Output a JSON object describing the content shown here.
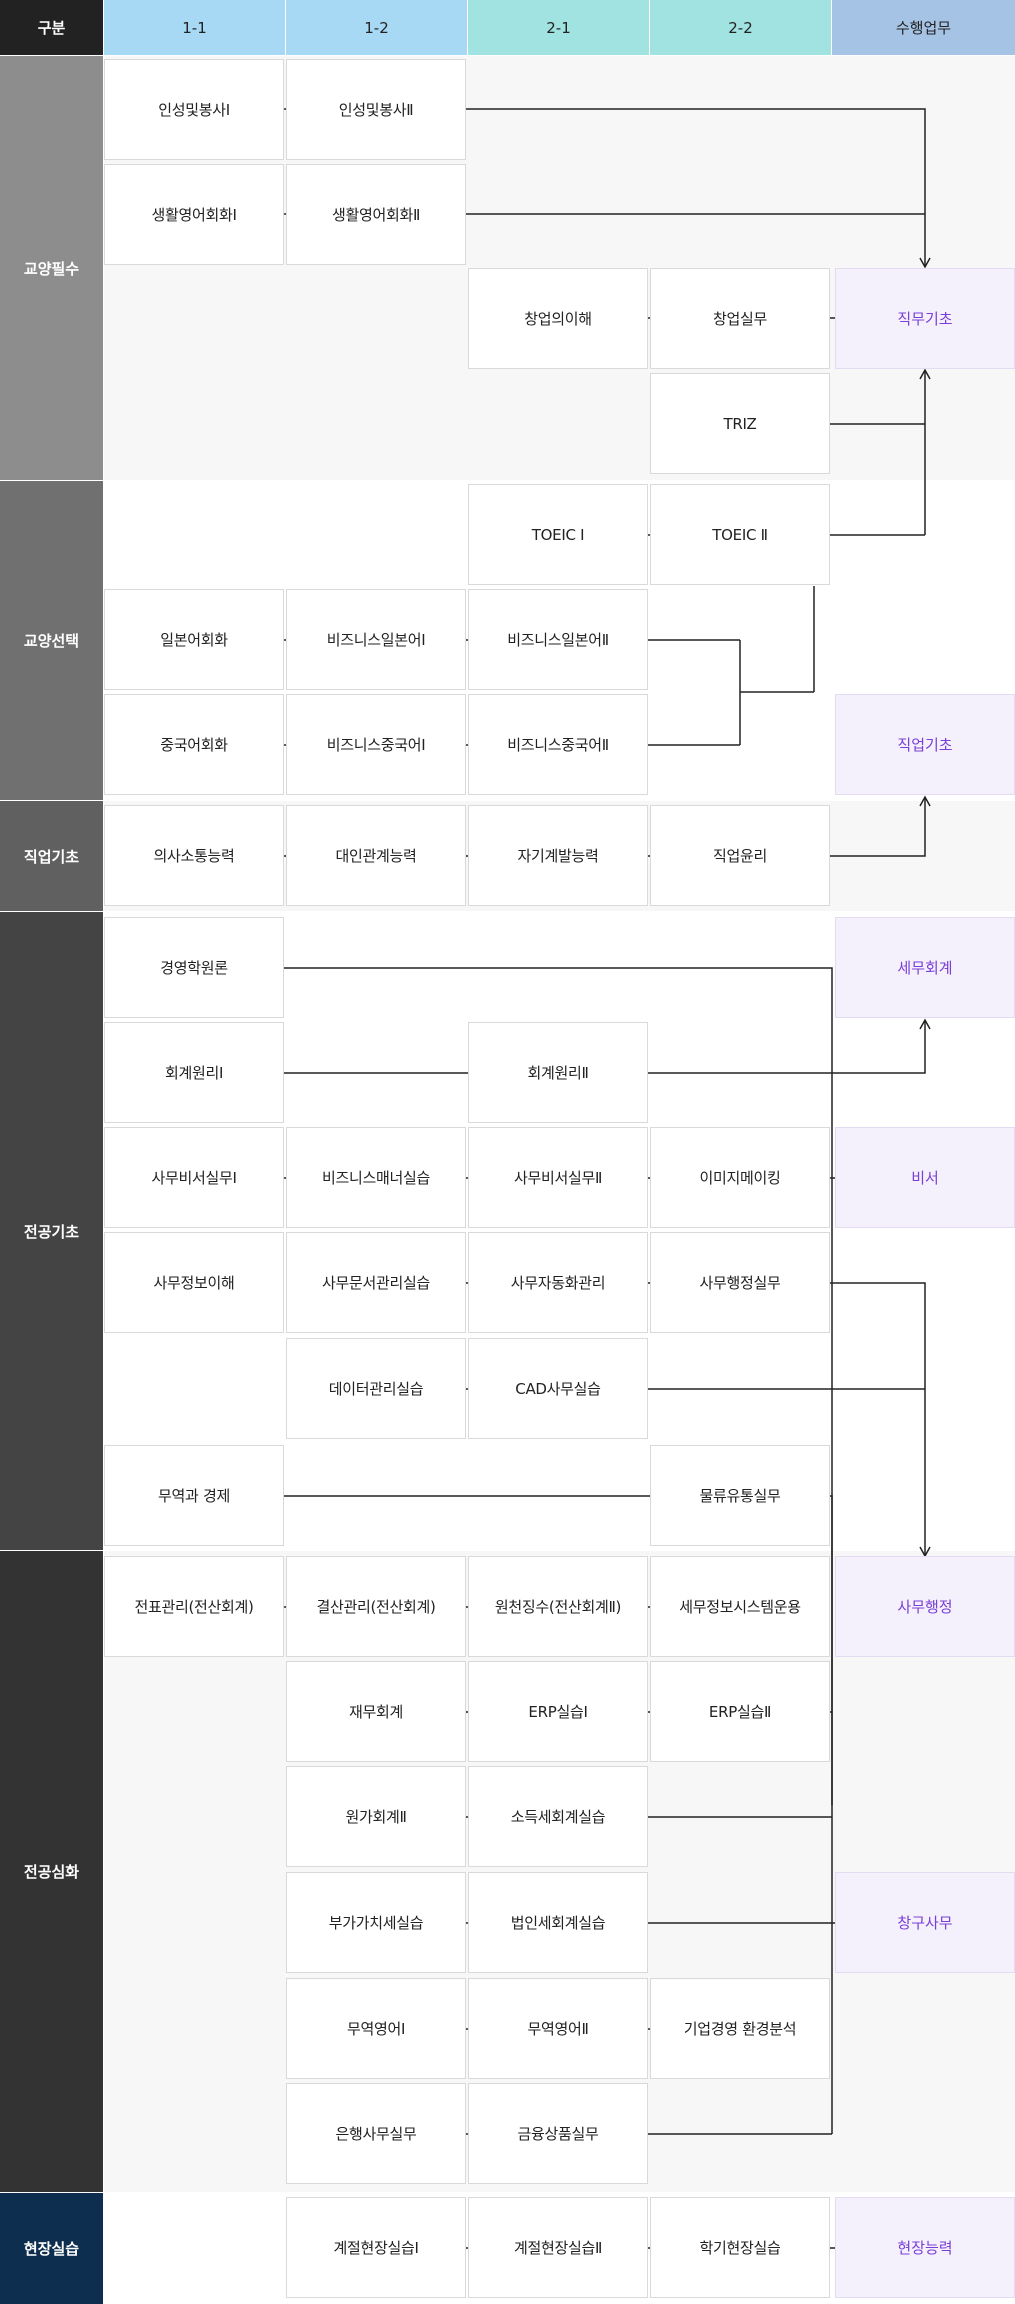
{
  "header": {
    "category_label": "구분",
    "semesters": [
      "1-1",
      "1-2",
      "2-1",
      "2-2"
    ],
    "tasks_label": "수행업무"
  },
  "categories": {
    "liberal_required": "교양필수",
    "liberal_elective": "교양선택",
    "vocational_basic": "직업기초",
    "major_basic": "전공기초",
    "major_advanced": "전공심화",
    "field_practice": "현장실습"
  },
  "courses": {
    "service1": "인성및봉사Ⅰ",
    "service2": "인성및봉사Ⅱ",
    "english_conv1": "생활영어회화Ⅰ",
    "english_conv2": "생활영어회화Ⅱ",
    "startup_understand": "창업의이해",
    "startup_practice": "창업실무",
    "triz": "TRIZ",
    "toeic1": "TOEIC Ⅰ",
    "toeic2": "TOEIC Ⅱ",
    "japanese_conv": "일본어회화",
    "biz_japanese1": "비즈니스일본어Ⅰ",
    "biz_japanese2": "비즈니스일본어Ⅱ",
    "chinese_conv": "중국어회화",
    "biz_chinese1": "비즈니스중국어Ⅰ",
    "biz_chinese2": "비즈니스중국어Ⅱ",
    "communication": "의사소통능력",
    "interpersonal": "대인관계능력",
    "self_development": "자기계발능력",
    "work_ethics": "직업윤리",
    "business_intro": "경영학원론",
    "accounting1": "회계원리Ⅰ",
    "accounting2": "회계원리Ⅱ",
    "secretary1": "사무비서실무Ⅰ",
    "business_manner": "비즈니스매너실습",
    "secretary2": "사무비서실무Ⅱ",
    "image_making": "이미지메이킹",
    "office_info": "사무정보이해",
    "document_mgmt": "사무문서관리실습",
    "office_automation": "사무자동화관리",
    "office_admin": "사무행정실무",
    "data_mgmt": "데이터관리실습",
    "cad_office": "CAD사무실습",
    "trade_economy": "무역과 경제",
    "logistics": "물류유통실무",
    "voucher_mgmt": "전표관리(전산회계)",
    "closing_mgmt": "결산관리(전산회계)",
    "withholding": "원천징수(전산회계Ⅱ)",
    "tax_info_system": "세무정보시스템운용",
    "financial_accounting": "재무회계",
    "erp1": "ERP실습Ⅰ",
    "erp2": "ERP실습Ⅱ",
    "cost_accounting2": "원가회계Ⅱ",
    "income_tax": "소득세회계실습",
    "vat": "부가가치세실습",
    "corporate_tax": "법인세회계실습",
    "trade_english1": "무역영어Ⅰ",
    "trade_english2": "무역영어Ⅱ",
    "business_env": "기업경영 환경분석",
    "bank_office": "은행사무실무",
    "financial_products": "금융상품실무",
    "seasonal_field1": "계절현장실습Ⅰ",
    "seasonal_field2": "계절현장실습Ⅱ",
    "semester_field": "학기현장실습"
  },
  "tasks": {
    "job_basics": "직무기초",
    "vocational_basics": "직업기초",
    "tax_accounting": "세무회계",
    "secretary": "비서",
    "office_administration": "사무행정",
    "counter_office": "창구사무",
    "field_competency": "현장능력"
  },
  "colors": {
    "header_blue": "#a7d8f4",
    "header_mint": "#a1e3e0",
    "header_task": "#a5c3e5",
    "header_dark": "#222222",
    "cat_liberal_required": "#8d8d8d",
    "cat_liberal_elective": "#707070",
    "cat_vocational": "#606060",
    "cat_major_basic": "#444444",
    "cat_major_advanced": "#333333",
    "cat_field": "#0d2e4f",
    "task_text": "#7a3fd6",
    "task_bg": "#f4f0fc"
  }
}
